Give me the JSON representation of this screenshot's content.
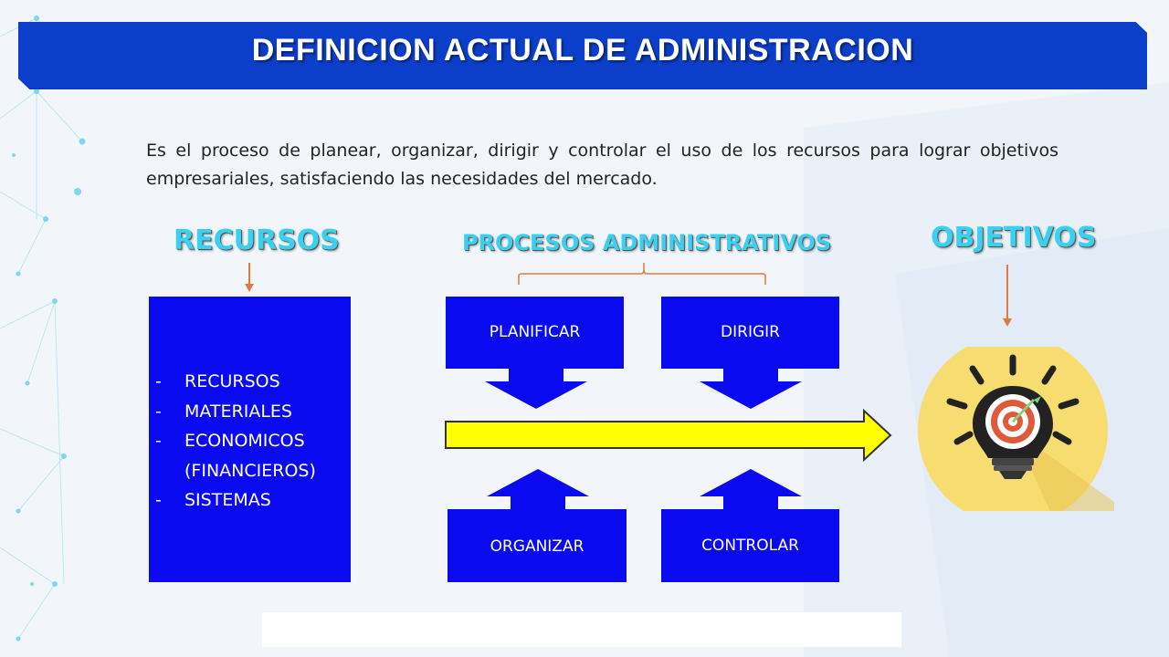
{
  "title": "DEFINICION ACTUAL DE ADMINISTRACION",
  "definition": "Es el proceso de planear, organizar, dirigir y controlar el uso de los recursos para lograr objetivos empresariales, satisfaciendo las necesidades del mercado.",
  "headings": {
    "recursos": "RECURSOS",
    "procesos": "PROCESOS ADMINISTRATIVOS",
    "objetivos": "OBJETIVOS"
  },
  "resources": {
    "bullet": "-",
    "items": [
      "RECURSOS",
      "MATERIALES",
      "ECONOMICOS",
      "(FINANCIEROS)",
      "SISTEMAS"
    ]
  },
  "processes": {
    "planificar": "PLANIFICAR",
    "dirigir": "DIRIGIR",
    "organizar": "ORGANIZAR",
    "controlar": "CONTROLAR"
  },
  "icons": {
    "goal": "lightbulb-target-icon"
  },
  "colors": {
    "title_bar": "#0b3fc9",
    "box_blue": "#0a0af0",
    "heading_cyan": "#3ad0f0",
    "flow_arrow": "#ffff00",
    "connector_orange": "#e07b3a",
    "icon_circle": "#f7dc6f"
  }
}
